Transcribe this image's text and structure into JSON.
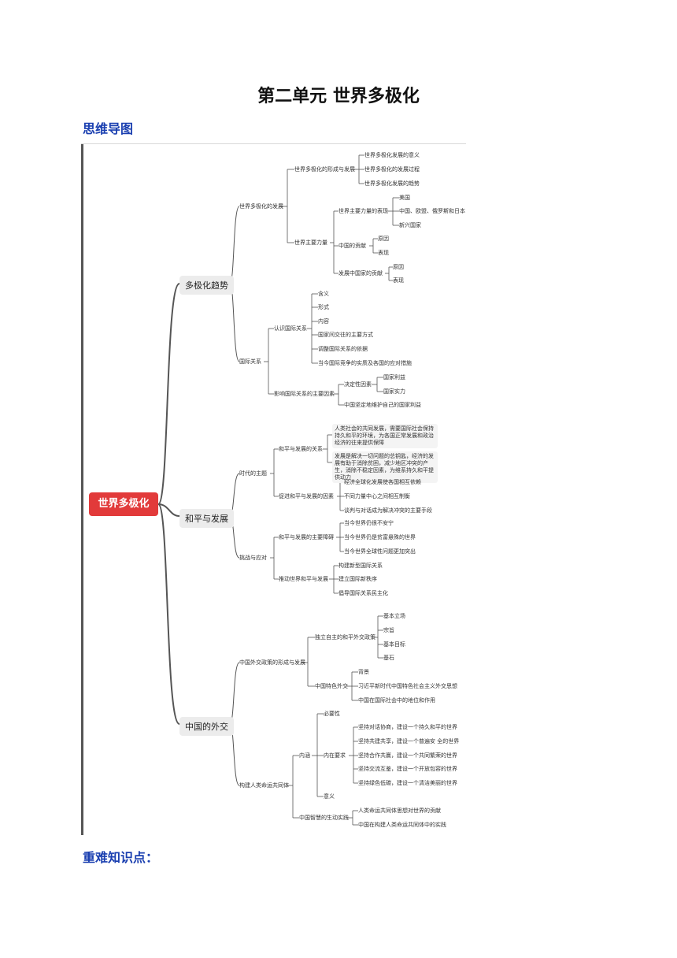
{
  "page": {
    "title": "第二单元 世界多极化",
    "mindmap_heading": "思维导图",
    "key_points_heading": "重难知识点："
  },
  "mindmap": {
    "root": "世界多极化",
    "branches": [
      {
        "label": "多极化趋势",
        "children": [
          {
            "label": "世界多极化的发展",
            "children": [
              {
                "label": "世界多极化的形成与发展",
                "children": [
                  "世界多极化发展的意义",
                  "世界多极化的发展过程",
                  "世界多极化发展的趋势"
                ]
              },
              {
                "label": "世界主要力量",
                "children": [
                  {
                    "label": "世界主要力量的表现",
                    "children": [
                      "美国",
                      "中国、欧盟、俄罗斯和日本",
                      "新兴国家"
                    ]
                  },
                  {
                    "label": "中国的贡献",
                    "children": [
                      "原因",
                      "表现"
                    ]
                  },
                  {
                    "label": "发展中国家的贡献",
                    "children": [
                      "原因",
                      "表现"
                    ]
                  }
                ]
              }
            ]
          },
          {
            "label": "国际关系",
            "children": [
              {
                "label": "认识国际关系",
                "children": [
                  "含义",
                  "形式",
                  "内容",
                  "国家间交往的主要方式",
                  "调整国际关系的依据",
                  "当今国际竞争的实质及各国的应对措施"
                ]
              },
              {
                "label": "影响国际关系的主要因素",
                "children": [
                  {
                    "label": "决定性因素",
                    "children": [
                      "国家利益",
                      "国家实力"
                    ]
                  },
                  "中国坚定地维护自己的国家利益"
                ]
              }
            ]
          }
        ]
      },
      {
        "label": "和平与发展",
        "children": [
          {
            "label": "时代的主题",
            "children": [
              {
                "label": "和平与发展的关系",
                "children": [
                  "人类社会的共同发展，需要国际社会保持持久和平的环境，为各国正常发展和政治经济的往来提供保障",
                  "发展是解决一切问题的总钥匙，经济的发展有助于消除贫困，减少地区冲突的产生，消除不稳定因素，为维系持久和平提供动力"
                ]
              },
              {
                "label": "促进和平与发展的因素",
                "children": [
                  "经济全球化发展使各国相互依赖",
                  "不同力量中心之间相互制衡",
                  "谈判与对话成为解决冲突的主要手段"
                ]
              }
            ]
          },
          {
            "label": "挑战与应对",
            "children": [
              {
                "label": "和平与发展的主要障碍",
                "children": [
                  "当今世界仍很不安宁",
                  "当今世界仍是贫富悬殊的世界",
                  "当今世界全球性问题更加突出"
                ]
              },
              {
                "label": "推动世界和平与发展",
                "children": [
                  "构建新型国际关系",
                  "建立国际新秩序",
                  "倡导国际关系民主化"
                ]
              }
            ]
          }
        ]
      },
      {
        "label": "中国的外交",
        "children": [
          {
            "label": "中国外交政策的形成与发展",
            "children": [
              {
                "label": "独立自主的和平外交政策",
                "children": [
                  "基本立场",
                  "宗旨",
                  "基本目标",
                  "基石"
                ]
              },
              {
                "label": "中国特色外交",
                "children": [
                  "背景",
                  "习近平新时代中国特色社会主义外交思想",
                  "中国在国际社会中的地位和作用"
                ]
              }
            ]
          },
          {
            "label": "构建人类命运共同体",
            "children": [
              {
                "label": "内涵",
                "children": [
                  "必要性",
                  {
                    "label": "内在要求",
                    "children": [
                      "坚持对话协商，建设一个持久和平的世界",
                      "坚持共建共享，建设一个普遍安 全的世界",
                      "坚持合作共赢，建设一个共同繁荣的世界",
                      "坚持交流互鉴，建设一个开放包容的世界",
                      "坚持绿色低碳，建设一个清洁美丽的世界"
                    ]
                  },
                  "意义"
                ]
              },
              {
                "label": "中国智慧的生动实践",
                "children": [
                  "人类命运共同体思想对世界的贡献",
                  "中国在构建人类命运共同体中的实践"
                ]
              }
            ]
          }
        ]
      }
    ]
  },
  "colors": {
    "root_fill": "#e23a3a",
    "heading": "#1a3fb0",
    "connector": "#555555"
  }
}
